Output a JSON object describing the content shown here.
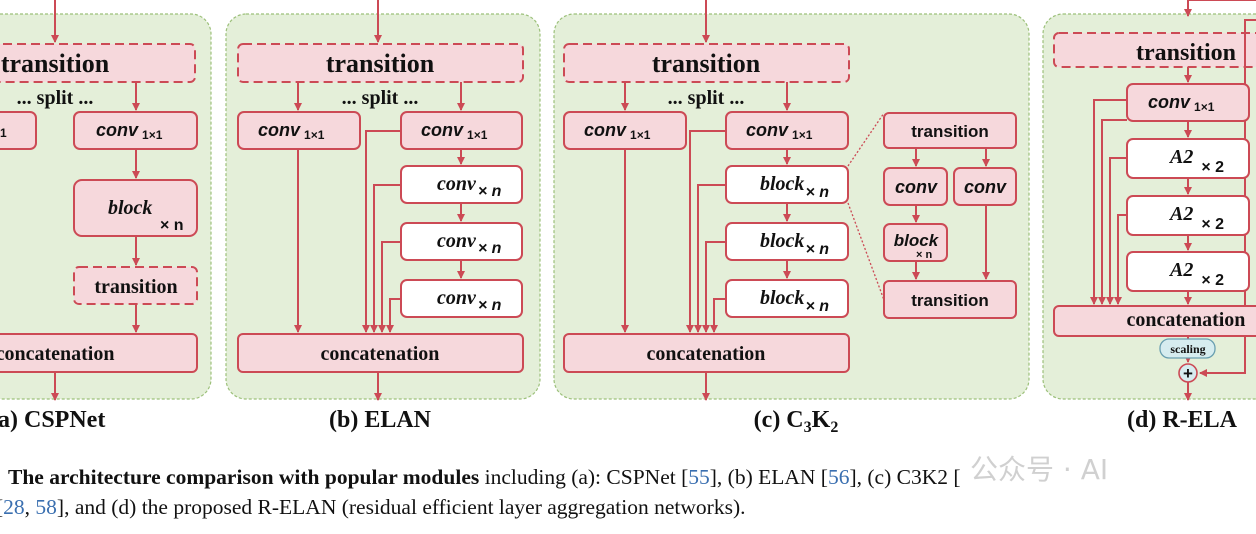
{
  "panels": {
    "a": {
      "transition": "transition",
      "split": "... split ...",
      "conv_left": "1",
      "conv_right": "conv",
      "conv_sub": "1×1",
      "block": "block",
      "block_mult": "× n",
      "transition_small": "transition",
      "concat": "concatenation",
      "caption": "a) CSPNet"
    },
    "b": {
      "transition": "transition",
      "split": "... split ...",
      "conv": "conv",
      "conv_sub": "1×1",
      "conv_n": "conv",
      "mult": "× n",
      "concat": "concatenation",
      "caption": "(b) ELAN"
    },
    "c": {
      "transition": "transition",
      "split": "... split ...",
      "conv": "conv",
      "conv_sub": "1×1",
      "block": "block",
      "mult": "× n",
      "concat": "concatenation",
      "caption_prefix": "(c) C",
      "caption_sub1": "3",
      "caption_mid": "K",
      "caption_sub2": "2",
      "detail": {
        "transition_top": "transition",
        "conv": "conv",
        "block": "block",
        "block_mult": "× n",
        "transition_bottom": "transition"
      }
    },
    "d": {
      "transition": "transition",
      "conv": "conv",
      "conv_sub": "1×1",
      "a2": "A2",
      "a2_mult": "× 2",
      "concat": "concatenation",
      "scaling": "scaling",
      "plus": "+",
      "caption": "(d) R-ELA"
    }
  },
  "caption": {
    "line1_bold": "The architecture comparison with popular modules",
    "line1_rest_1": " including (a): CSPNet [",
    "ref_55": "55",
    "line1_rest_2": "], (b) ELAN [",
    "ref_56": "56",
    "line1_rest_3": "], (c) C3K2 [",
    "line2_start": "[",
    "ref_28": "28",
    "line2_sep": ", ",
    "ref_58": "58",
    "line2_rest": "], and (d) the proposed R-ELAN (residual efficient layer aggregation networks)."
  },
  "watermark": "公众号 · AI",
  "colors": {
    "panel_bg": "#e4efd9",
    "panel_border": "#9cc07a",
    "node_fill_pink": "#f6d8dc",
    "node_fill_white": "#ffffff",
    "node_border": "#cc4a55",
    "arrow": "#cc4a55",
    "scaling_fill": "#d6ecef",
    "scaling_border": "#6a9fb0"
  }
}
